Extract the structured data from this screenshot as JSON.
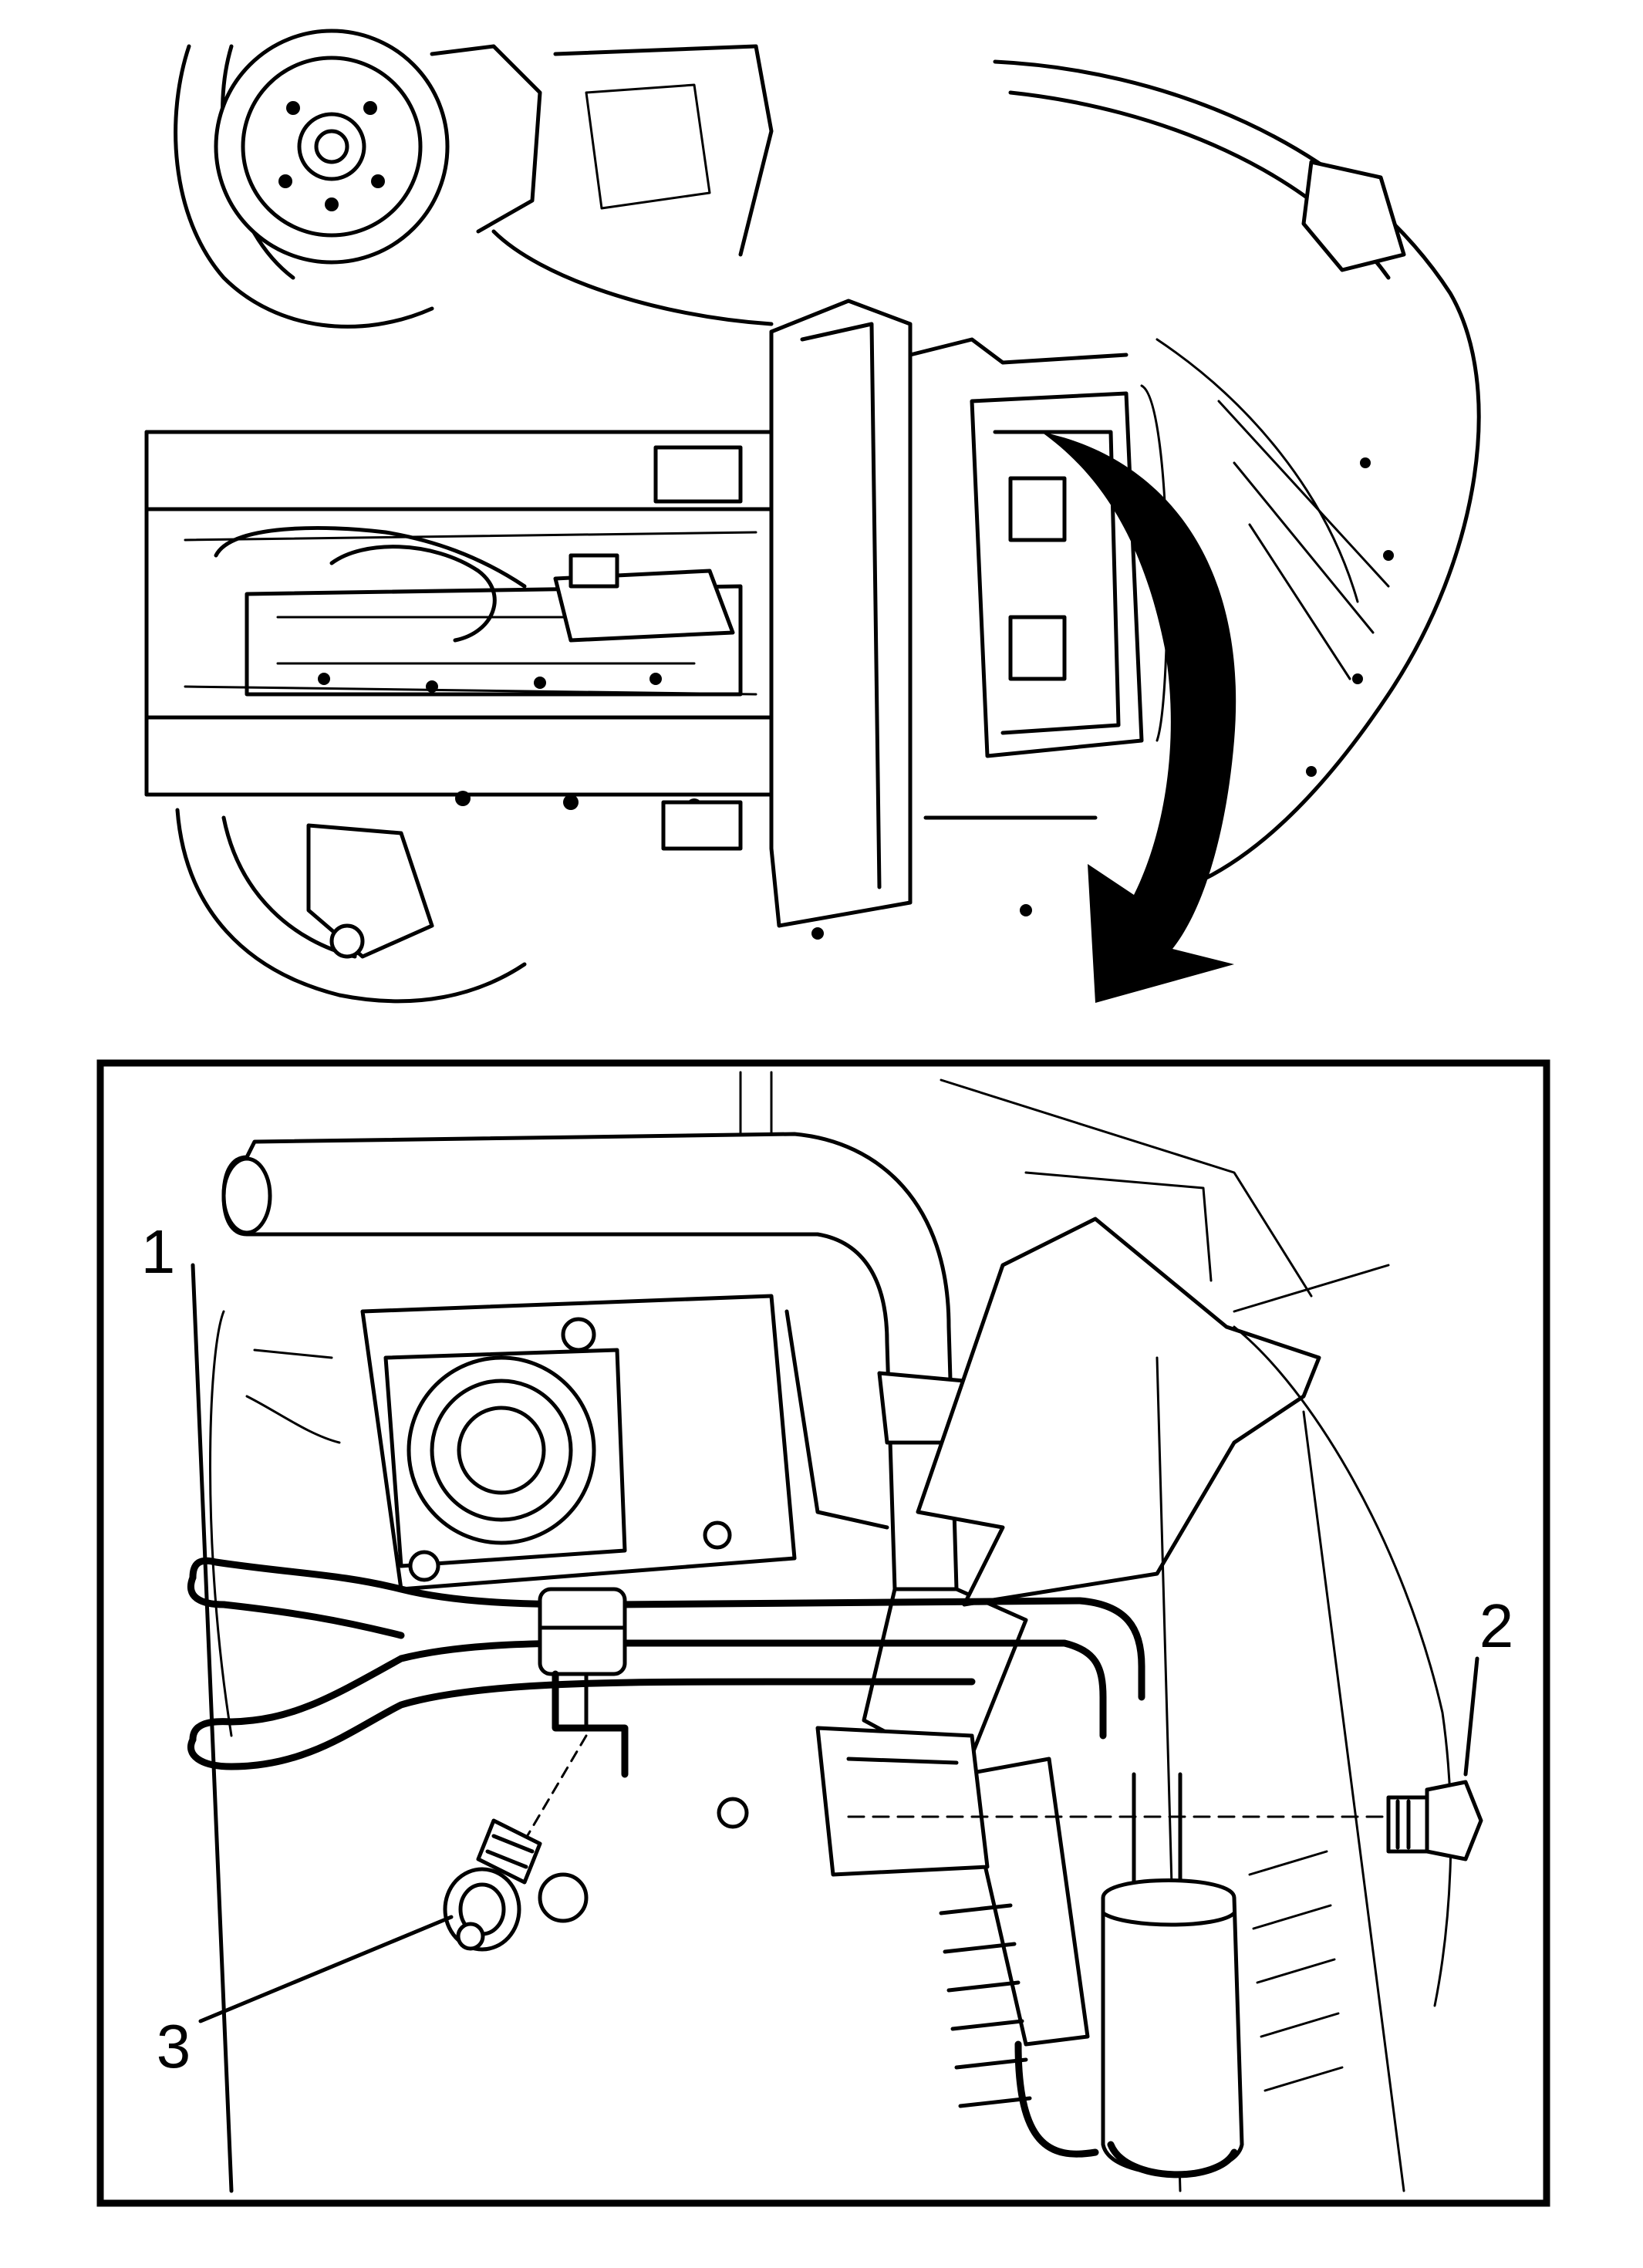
{
  "callouts": [
    {
      "id": "1",
      "label": "1"
    },
    {
      "id": "2",
      "label": "2"
    },
    {
      "id": "3",
      "label": "3"
    }
  ],
  "colors": {
    "line": "#000000",
    "background": "#ffffff"
  },
  "icons": [
    "rotation-arrow-icon",
    "bolt-icon",
    "clip-icon"
  ]
}
